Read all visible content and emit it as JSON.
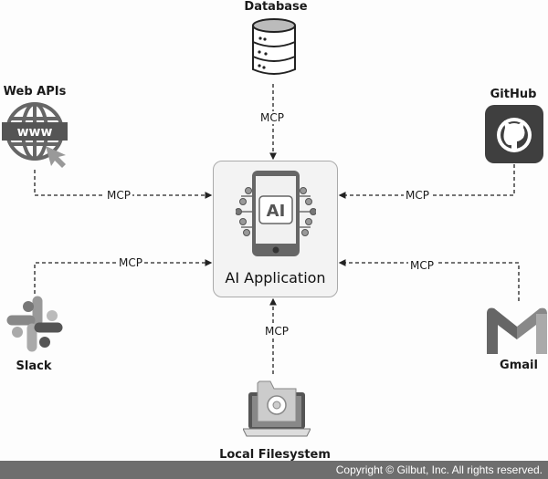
{
  "center": {
    "title": "AI Application",
    "badge": "AI",
    "icon": "smartphone-ai-icon"
  },
  "nodes": {
    "database": {
      "label": "Database",
      "icon": "database-icon"
    },
    "web_apis": {
      "label": "Web APIs",
      "icon": "globe-www-icon",
      "badge": "www"
    },
    "github": {
      "label": "GitHub",
      "icon": "github-icon"
    },
    "slack": {
      "label": "Slack",
      "icon": "slack-icon"
    },
    "gmail": {
      "label": "Gmail",
      "icon": "gmail-icon"
    },
    "local_fs": {
      "label": "Local Filesystem",
      "icon": "folder-gear-laptop-icon"
    }
  },
  "edges": {
    "database": "MCP",
    "web_apis": "MCP",
    "github": "MCP",
    "slack": "MCP",
    "gmail": "MCP",
    "local_fs": "MCP"
  },
  "footer": {
    "copyright": "Copyright © Gilbut, Inc. All rights reserved."
  }
}
